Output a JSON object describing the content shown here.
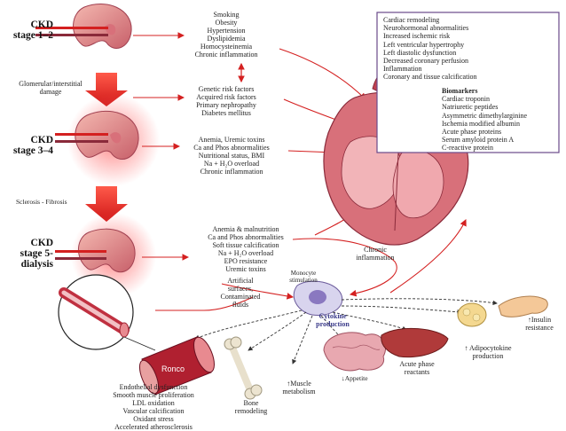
{
  "stages": [
    {
      "lines": [
        "CKD",
        "stage 1–2"
      ]
    },
    {
      "lines": [
        "CKD",
        "stage 3–4"
      ]
    },
    {
      "lines": [
        "CKD",
        "stage 5-",
        "dialysis"
      ]
    }
  ],
  "side_labels": {
    "glomerular": [
      "Glomerular/interstitial",
      "damage"
    ],
    "sclerosis": "Sclerosis - Fibrosis"
  },
  "risk_factors_1": [
    "Smoking",
    "Obesity",
    "Hypertension",
    "Dyslipidemia",
    "Homocysteinemia",
    "Chronic inflammation"
  ],
  "risk_factors_2": [
    "Genetic risk factors",
    "Acquired risk factors",
    "Primary nephropathy",
    "Diabetes mellitus"
  ],
  "risk_factors_3": [
    "Anemia, Uremic toxins",
    "Ca and Phos abnormalities",
    "Nutritional status, BMI",
    "Na + H₂O overload",
    "Chronic inflammation"
  ],
  "risk_factors_4": [
    "Anemia & malnutrition",
    "Ca and Phos abnormalities",
    "Soft tissue calcification",
    "Na + H₂O overload",
    "EPO resistance",
    "Uremic toxins"
  ],
  "cardiac_box": {
    "items": [
      "Cardiac remodeling",
      "Neurohormonal abnormalities",
      "Increased ischemic risk",
      "Left ventricular hypertrophy",
      "Left diastolic dysfunction",
      "Decreased coronary perfusion",
      "Inflammation",
      "Coronary and tissue calcification"
    ],
    "biomarkers_title": "Biomarkers",
    "biomarkers": [
      "Cardiac troponin",
      "Natriuretic peptides",
      "Asymmetric dimethylarginine",
      "Ischemia modified albumin",
      "Acute phase proteins",
      "Serum amyloid protein A",
      "C-reactive protein"
    ]
  },
  "lower": {
    "chronic_inflammation": [
      "Chronic",
      "inflammation"
    ],
    "artificial": [
      "Artificial",
      "surfaces,",
      "Contaminated",
      "fluids"
    ],
    "monocyte": [
      "Monocyte",
      "stimulation"
    ],
    "cytokine": [
      "Cytokine",
      "production"
    ],
    "insulin": [
      "↑Insulin",
      "resistance"
    ],
    "adipocytokine": [
      "↑ Adipocytokine",
      "production"
    ],
    "acute_phase": [
      "Acute phase",
      "reactants"
    ],
    "muscle": [
      "↑Muscle",
      "metabolism"
    ],
    "appetite": "↓Appetite",
    "bone": [
      "Bone",
      "remodeling"
    ],
    "vessel_list": [
      "Endothelial dysfunction",
      "Smooth muscle proliferation",
      "LDL oxidation",
      "Vascular calcification",
      "Oxidant stress",
      "Accelerated atherosclerosis"
    ],
    "watermark": "Ronco"
  },
  "colors": {
    "kidney": "#e58a8a",
    "arrow_red": "#d42020",
    "box_border": "#6a4a8a",
    "heart": "#c8505a"
  }
}
